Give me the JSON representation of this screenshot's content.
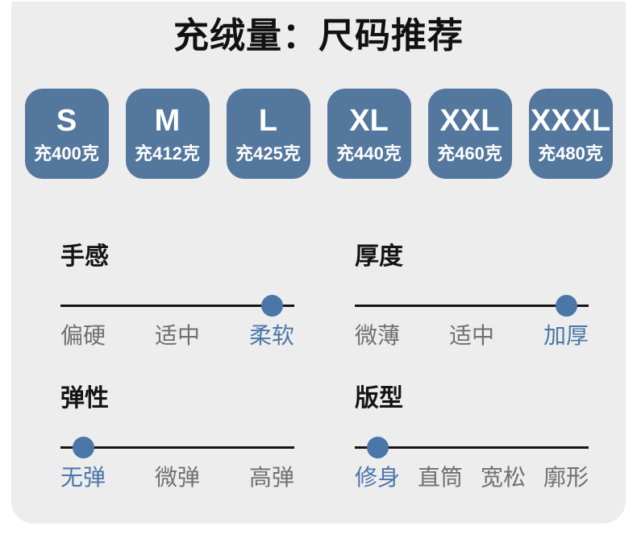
{
  "title": "充绒量：尺码推荐",
  "colors": {
    "card_bg": "#EDEDEE",
    "badge_bg": "#54779E",
    "accent": "#4A76A8",
    "muted_text": "#707070",
    "line": "#151515",
    "title_text": "#111111"
  },
  "sizes": [
    {
      "label": "S",
      "fill": "充400克"
    },
    {
      "label": "M",
      "fill": "充412克"
    },
    {
      "label": "L",
      "fill": "充425克"
    },
    {
      "label": "XL",
      "fill": "充440克"
    },
    {
      "label": "XXL",
      "fill": "充460克"
    },
    {
      "label": "XXXL",
      "fill": "充480克"
    }
  ],
  "sliders": [
    {
      "title": "手感",
      "options": [
        "偏硬",
        "适中",
        "柔软"
      ],
      "selected": 2
    },
    {
      "title": "厚度",
      "options": [
        "微薄",
        "适中",
        "加厚"
      ],
      "selected": 2
    },
    {
      "title": "弹性",
      "options": [
        "无弹",
        "微弹",
        "高弹"
      ],
      "selected": 0
    },
    {
      "title": "版型",
      "options": [
        "修身",
        "直筒",
        "宽松",
        "廓形"
      ],
      "selected": 0
    }
  ]
}
